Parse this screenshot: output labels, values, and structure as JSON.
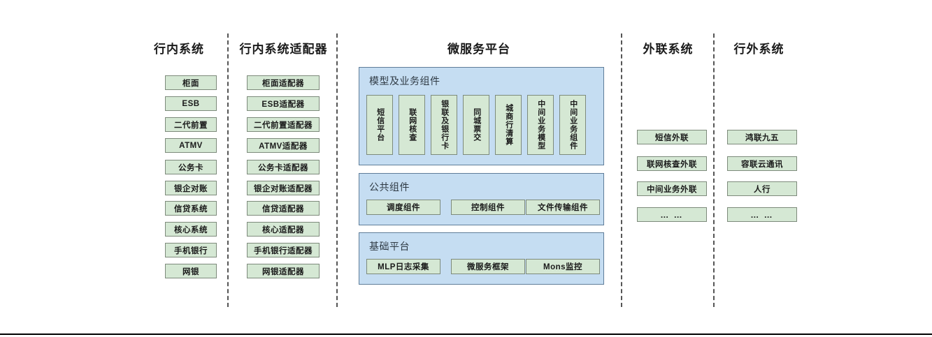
{
  "diagram": {
    "title_bar_present": true,
    "colors": {
      "node_fill": "#d5e8d4",
      "node_border": "#7d8a7b",
      "panel_fill": "#c5ddf2",
      "panel_border": "#5f7d99",
      "divider": "#555555",
      "text": "#1a1a1a"
    }
  },
  "columns": [
    {
      "id": "internal-systems",
      "title": "行内系统"
    },
    {
      "id": "internal-adapters",
      "title": "行内系统适配器"
    },
    {
      "id": "microservice",
      "title": "微服务平台"
    },
    {
      "id": "external-link",
      "title": "外联系统"
    },
    {
      "id": "outside-systems",
      "title": "行外系统"
    }
  ],
  "internal_systems": [
    {
      "label": "柜面"
    },
    {
      "label": "ESB"
    },
    {
      "label": "二代前置"
    },
    {
      "label": "ATMV"
    },
    {
      "label": "公务卡"
    },
    {
      "label": "银企对账"
    },
    {
      "label": "信贷系统"
    },
    {
      "label": "核心系统"
    },
    {
      "label": "手机银行"
    },
    {
      "label": "网银"
    }
  ],
  "internal_adapters": [
    {
      "label": "柜面适配器"
    },
    {
      "label": "ESB适配器"
    },
    {
      "label": "二代前置适配器"
    },
    {
      "label": "ATMV适配器"
    },
    {
      "label": "公务卡适配器"
    },
    {
      "label": "银企对账适配器"
    },
    {
      "label": "信贷适配器"
    },
    {
      "label": "核心适配器"
    },
    {
      "label": "手机银行适配器"
    },
    {
      "label": "网银适配器"
    }
  ],
  "microservice_platform": {
    "groups": [
      {
        "id": "model-business-components",
        "title": "模型及业务组件",
        "orientation": "vertical",
        "items": [
          {
            "label": "短信平台"
          },
          {
            "label": "联网核查"
          },
          {
            "label": "银联及银行卡"
          },
          {
            "label": "同城票交"
          },
          {
            "label": "城商行清算"
          },
          {
            "label": "中间业务模型"
          },
          {
            "label": "中间业务组件"
          }
        ]
      },
      {
        "id": "public-components",
        "title": "公共组件",
        "orientation": "horizontal",
        "items": [
          {
            "label": "调度组件"
          },
          {
            "label": "控制组件"
          },
          {
            "label": "文件传输组件"
          }
        ]
      },
      {
        "id": "base-platform",
        "title": "基础平台",
        "orientation": "horizontal",
        "items": [
          {
            "label": "MLP日志采集"
          },
          {
            "label": "微服务框架"
          },
          {
            "label": "Mons监控"
          }
        ]
      }
    ]
  },
  "external_link_systems": [
    {
      "label": "短信外联"
    },
    {
      "label": "联网核查外联"
    },
    {
      "label": "中间业务外联"
    },
    {
      "label": "… …"
    }
  ],
  "outside_systems": [
    {
      "label": "鸿联九五"
    },
    {
      "label": "容联云通讯"
    },
    {
      "label": "人行"
    },
    {
      "label": "… …"
    }
  ]
}
